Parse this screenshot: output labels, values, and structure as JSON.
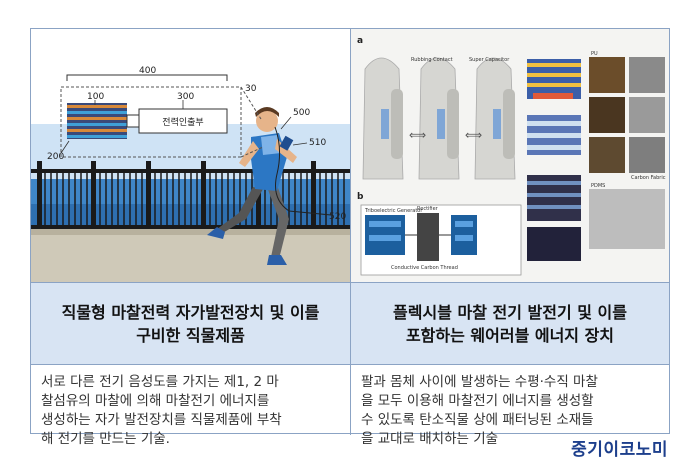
{
  "figure_left": {
    "labels": {
      "n400": "400",
      "n100": "100",
      "n300": "300",
      "n30": "30",
      "n500": "500",
      "n510": "510",
      "n200": "200",
      "n520": "520",
      "power_unit": "전력인출부"
    }
  },
  "figure_right": {
    "labels": {
      "a": "a",
      "b": "b",
      "rubbing_contact": "Rubbing Contact",
      "super_capacitor": "Super Capacitor",
      "triboelectric_generator": "Triboelectric Generator",
      "rectifier": "Rectifier",
      "conductive_carbon_thread": "Conductive Carbon Thread",
      "carbon_fabric": "Carbon Fabric",
      "pu": "PU",
      "pdms": "PDMS"
    }
  },
  "columns": [
    {
      "title_lines": [
        "직물형 마찰전력 자가발전장치 및 이를",
        "구비한 직물제품"
      ],
      "description": "서로 다른 전기 음성도를 가지는 제1, 2 마\n찰섬유의 마찰에 의해 마찰전기 에너지를\n생성하는 자가 발전장치를 직물제품에 부착\n해 전기를 만드는 기술."
    },
    {
      "title_lines": [
        "플렉시블 마찰 전기 발전기 및 이를",
        "포함하는 웨어러블 에너지 장치"
      ],
      "description": "팔과 몸체 사이에 발생하는 수평·수직 마찰\n을 모두 이용해 마찰전기 에너지를 생성할\n수 있도록 탄소직물 상에 패터닝된 소재들\n을 교대로 배치하는 기술"
    }
  ],
  "brand": "중기이코노미",
  "colors": {
    "border": "#8ba3c4",
    "header_bg": "#d8e4f3",
    "brand": "#1d3f8c"
  }
}
